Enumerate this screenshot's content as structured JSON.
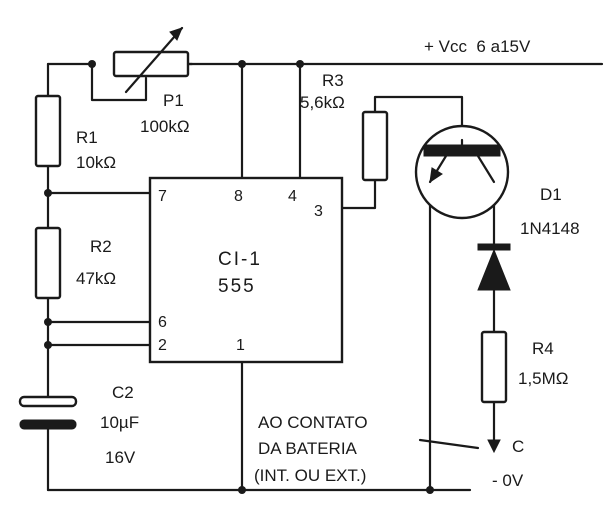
{
  "supply": {
    "label": "+ Vcc  6 a15V",
    "ground_label": "- 0V",
    "terminal_c": "C"
  },
  "ic": {
    "name": "CI-1",
    "part": "555",
    "pins": {
      "p7": "7",
      "p8": "8",
      "p4": "4",
      "p3": "3",
      "p6": "6",
      "p2": "2",
      "p1": "1"
    }
  },
  "components": {
    "p1": {
      "name": "P1",
      "value": "100kΩ"
    },
    "r1": {
      "name": "R1",
      "value": "10kΩ"
    },
    "r2": {
      "name": "R2",
      "value": "47kΩ"
    },
    "r3": {
      "name": "R3",
      "value": "5,6kΩ"
    },
    "r4": {
      "name": "R4",
      "value": "1,5MΩ"
    },
    "c2": {
      "name": "C2",
      "value": "10µF",
      "voltage": "16V"
    },
    "d1": {
      "name": "D1",
      "part": "1N4148"
    }
  },
  "note": {
    "line1": "AO CONTATO",
    "line2": "DA BATERIA",
    "line3": "(INT. OU EXT.)"
  },
  "colors": {
    "ink": "#1a1a1a",
    "paper": "#ffffff"
  }
}
